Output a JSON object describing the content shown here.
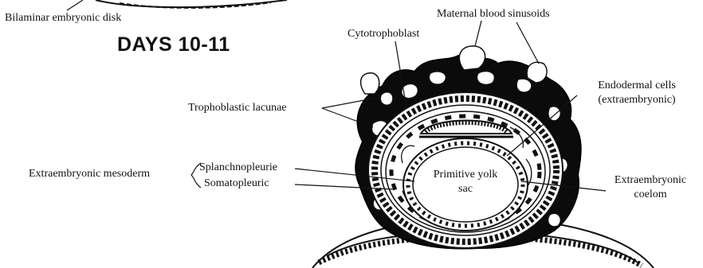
{
  "title": "DAYS 10-11",
  "labels": {
    "bilaminar": "Bilaminar embryonic disk",
    "maternal": "Maternal blood sinusoids",
    "cytotrophoblast": "Cytotrophoblast",
    "lacunae": "Trophoblastic lacunae",
    "endodermal_1": "Endodermal cells",
    "endodermal_2": "(extraembryonic)",
    "ex_mesoderm": "Extraembryonic mesoderm",
    "splanchno": "Splanchnopleurie",
    "somato": "Somatopleuric",
    "yolk_1": "Primitive yolk",
    "yolk_2": "sac",
    "coelom_1": "Extraembryonic",
    "coelom_2": "coelom"
  }
}
